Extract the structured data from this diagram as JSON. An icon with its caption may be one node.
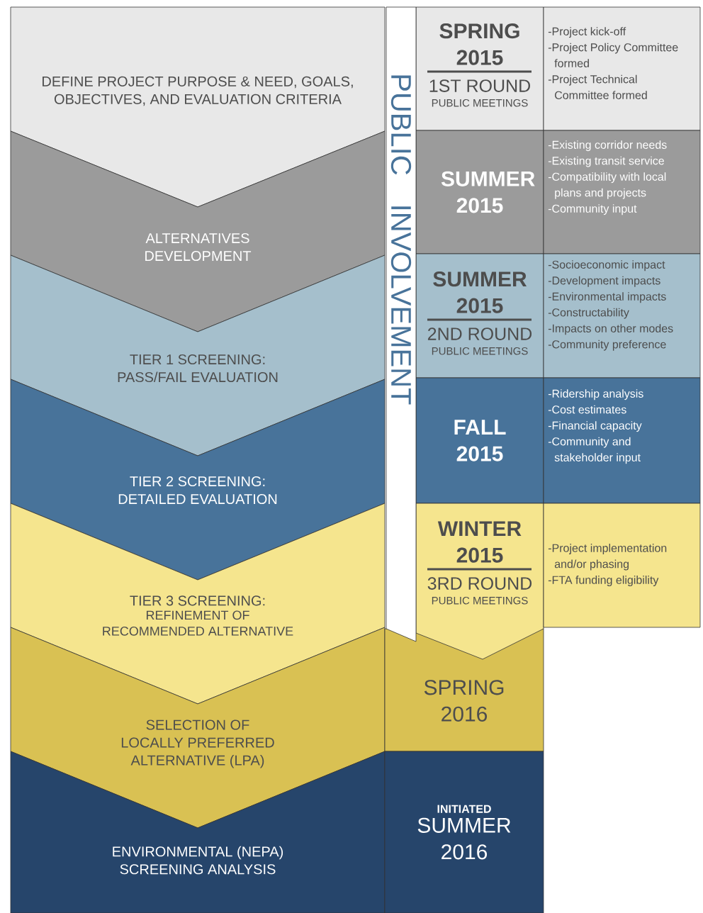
{
  "diagram": {
    "nodes": [
      {
        "text": [
          "DEFINE PROJECT PURPOSE & NEED, GOALS, OBJECTIVES, AND EVALUATION CRITERIA"
        ]
      },
      {
        "text": [
          "ALTERNATIVES DEVELOPMENT"
        ]
      },
      {
        "text": [
          "TIER 1 SCREENING: PASS/FAIL EVALUATION"
        ]
      },
      {
        "text": [
          "TIER 2 SCREENING: DETAILED EVALUATION"
        ]
      },
      {
        "text": [
          "TIER 3 SCREENING:",
          "REFINEMENT OF RECOMMENDED ALTERNATIVE"
        ]
      },
      {
        "text": [
          "SELECTION OF LOCALLY PREFERRED ALTERNATIVE (LPA)"
        ]
      },
      {
        "text": [
          "ENVIRONMENTAL (NEPA) SCREENING ANALYSIS"
        ]
      },
      {
        "text": [
          "PUBLIC INVOLVEMENT"
        ]
      },
      {
        "text": [
          "SPRING 2015",
          "1ST ROUND",
          "PUBLIC MEETINGS"
        ]
      },
      {
        "text": [
          "SUMMER 2015"
        ]
      },
      {
        "text": [
          "SUMMER 2015",
          "2ND ROUND",
          "PUBLIC MEETINGS"
        ]
      },
      {
        "text": [
          "FALL 2015"
        ]
      },
      {
        "text": [
          "WINTER 2015",
          "3RD ROUND",
          "PUBLIC MEETINGS"
        ]
      },
      {
        "text": [
          "SPRING 2016"
        ]
      },
      {
        "text": [
          "INITIATED",
          "SUMMER 2016"
        ]
      },
      {
        "text": [
          "-Project kick-off",
          "-Project Policy Committee formed",
          "-Project Technical Committee formed"
        ]
      },
      {
        "text": [
          "-Existing corridor needs",
          "-Existing transit service",
          "-Compatibility with local plans and projects",
          "-Community input"
        ]
      },
      {
        "text": [
          "-Socioeconomic impact",
          "-Development impacts",
          "-Environmental impacts",
          "-Constructability",
          "-Impacts on other modes",
          "-Community preference"
        ]
      },
      {
        "text": [
          "-Ridership analysis",
          "-Cost estimates",
          "-Financial capacity",
          "-Community and stakeholder input"
        ]
      },
      {
        "text": [
          "-Project implementation and/or phasing",
          "-FTA funding eligibility"
        ]
      }
    ]
  }
}
